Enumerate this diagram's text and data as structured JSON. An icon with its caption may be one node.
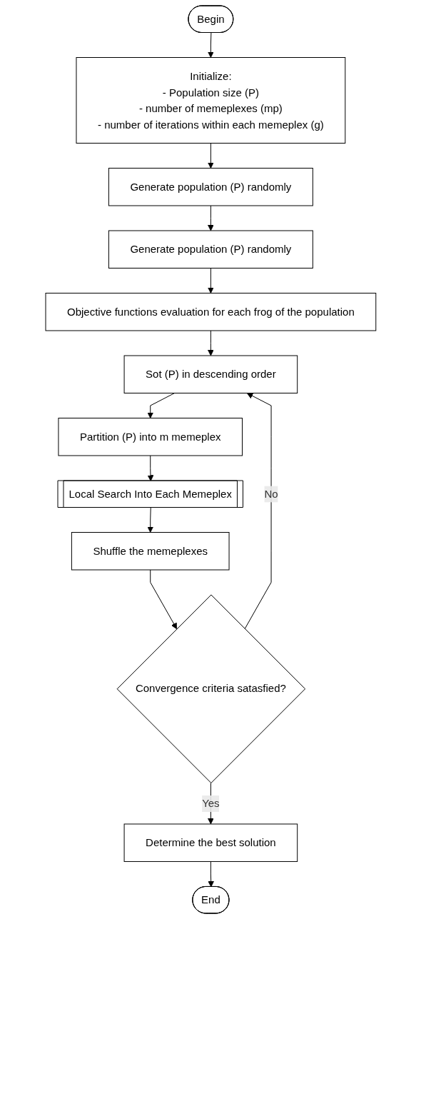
{
  "diagram": {
    "nodes": [
      {
        "text": [
          "Begin"
        ]
      },
      {
        "text": [
          "Initialize:",
          "- Population size (P)",
          "- number of memeplexes (mp)",
          "- number of iterations within each memeplex (g)"
        ]
      },
      {
        "text": [
          "Generate population (P) randomly"
        ]
      },
      {
        "text": [
          "Generate population (P) randomly"
        ]
      },
      {
        "text": [
          "Objective functions evaluation for each frog of the population"
        ]
      },
      {
        "text": [
          "Sot (P) in descending order"
        ]
      },
      {
        "text": [
          "Partition (P) into m memeplex"
        ]
      },
      {
        "text": [
          "Local Search Into Each Memeplex"
        ]
      },
      {
        "text": [
          "Shuffle the memeplexes"
        ]
      },
      {
        "text": [
          "Convergence criteria satasfied?"
        ]
      },
      {
        "text": [
          "Determine the best solution"
        ]
      },
      {
        "text": [
          "End"
        ]
      }
    ],
    "edges": [
      {
        "from": 0,
        "to": 1,
        "arrow": "to"
      },
      {
        "from": 1,
        "to": 2,
        "arrow": "to"
      },
      {
        "from": 2,
        "to": 3,
        "arrow": "to"
      },
      {
        "from": 3,
        "to": 4,
        "arrow": "to"
      },
      {
        "from": 4,
        "to": 5,
        "arrow": "to"
      },
      {
        "from": 5,
        "to": 6,
        "arrow": "to"
      },
      {
        "from": 6,
        "to": 7,
        "arrow": "to"
      },
      {
        "from": 7,
        "to": 8,
        "arrow": "to"
      },
      {
        "from": 8,
        "to": 9,
        "arrow": "to"
      },
      {
        "from": 9,
        "to": 5,
        "label": "No",
        "arrow": "to"
      },
      {
        "from": 9,
        "to": 10,
        "label": "Yes",
        "arrow": "to"
      },
      {
        "from": 10,
        "to": 11,
        "arrow": "to"
      }
    ]
  }
}
